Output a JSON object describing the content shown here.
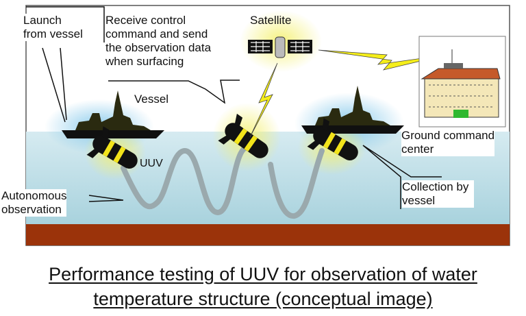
{
  "labels": {
    "launch": [
      "Launch",
      "from vessel"
    ],
    "receive": [
      "Receive control",
      "command and send",
      "the observation data",
      "when surfacing"
    ],
    "satellite": "Satellite",
    "vessel": "Vessel",
    "uuv": "UUV",
    "autonomous": [
      "Autonomous",
      "observation"
    ],
    "ground": [
      "Ground command",
      "center"
    ],
    "collection": [
      "Collection by",
      "vessel"
    ]
  },
  "caption": [
    "Performance testing of UUV for observation of water",
    "temperature structure (conceptual image)"
  ],
  "colors": {
    "water_top": "#d6ebf1",
    "water_bottom": "#a8d2dd",
    "seabed": "#9b330a",
    "lightning": "#f5ee1a",
    "uuv_body": "#111111",
    "uuv_band": "#f2e31a",
    "path": "#9aa9ad"
  }
}
